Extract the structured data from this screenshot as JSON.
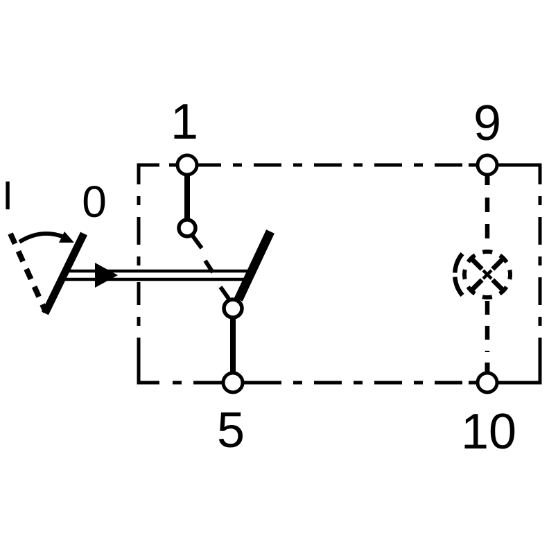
{
  "colors": {
    "line": "#000000",
    "background": "#ffffff"
  },
  "labels": {
    "t1": "1",
    "t9": "9",
    "t5": "5",
    "t10": "10",
    "off": "0",
    "on": "I"
  },
  "icons": {
    "enclosure": "dash-dot-enclosure-icon",
    "actuator": "switch-actuator-lever-icon",
    "actuation_direction": "arc-arrow-icon",
    "linkage": "double-line-right-arrow-icon",
    "contacts": "switch-contact-node-icon",
    "lamp": "illumination-lamp-icon"
  }
}
